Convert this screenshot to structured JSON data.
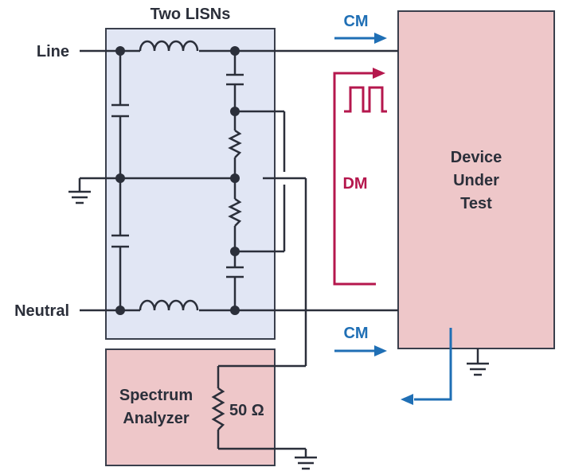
{
  "labels": {
    "lisn_title": "Two LISNs",
    "line": "Line",
    "neutral": "Neutral",
    "cm_top": "CM",
    "cm_bottom": "CM",
    "dm": "DM",
    "dut_line1": "Device",
    "dut_line2": "Under",
    "dut_line3": "Test",
    "sa_line1": "Spectrum",
    "sa_line2": "Analyzer",
    "resistor": "50 Ω"
  },
  "colors": {
    "wire": "#2b2f3a",
    "lisn_fill": "#e1e6f4",
    "lisn_stroke": "#3a3f4c",
    "device_fill": "#eec7c9",
    "cm_arrow": "#1f6fb5",
    "dm_arrow": "#b5174d"
  }
}
